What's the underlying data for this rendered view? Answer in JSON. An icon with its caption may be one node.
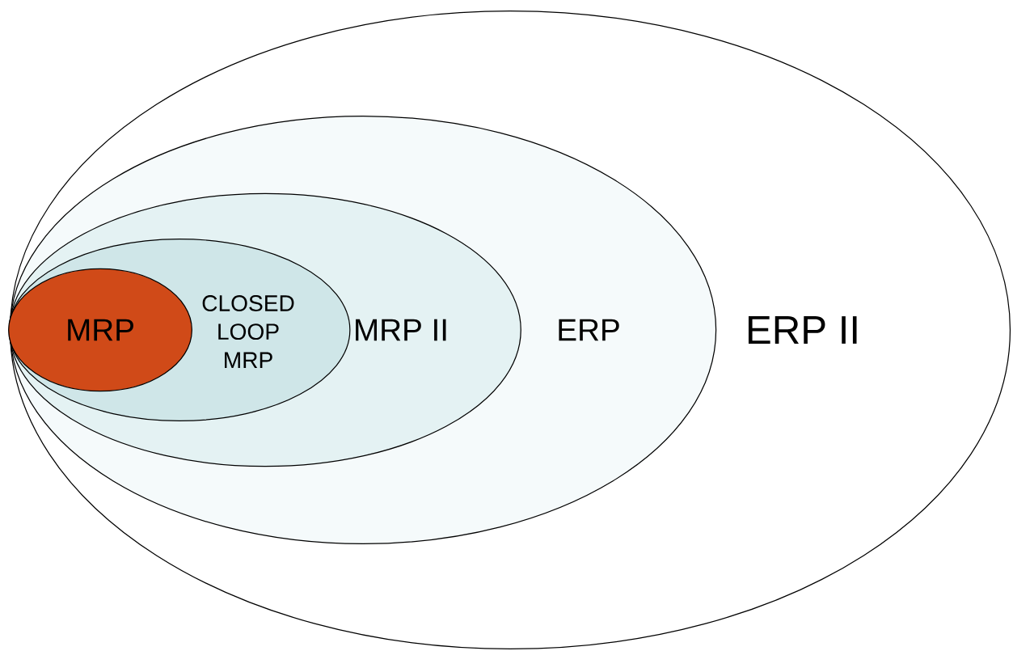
{
  "diagram": {
    "nodes": [
      {
        "text": [
          "ERP II"
        ]
      },
      {
        "text": [
          "ERP"
        ],
        "in": 0
      },
      {
        "text": [
          "MRP II"
        ],
        "in": 1
      },
      {
        "text": [
          "CLOSED LOOP MRP"
        ],
        "in": 2
      },
      {
        "text": [
          "MRP"
        ],
        "in": 3
      }
    ]
  }
}
